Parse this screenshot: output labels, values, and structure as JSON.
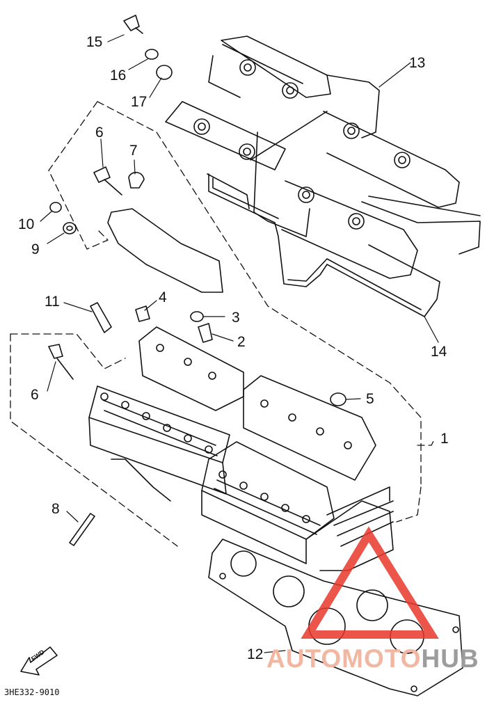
{
  "diagram": {
    "callouts": [
      {
        "id": "c1",
        "label": "1"
      },
      {
        "id": "c2",
        "label": "2"
      },
      {
        "id": "c3",
        "label": "3"
      },
      {
        "id": "c4",
        "label": "4"
      },
      {
        "id": "c5",
        "label": "5"
      },
      {
        "id": "c6a",
        "label": "6"
      },
      {
        "id": "c6b",
        "label": "6"
      },
      {
        "id": "c7",
        "label": "7"
      },
      {
        "id": "c8",
        "label": "8"
      },
      {
        "id": "c9",
        "label": "9"
      },
      {
        "id": "c10",
        "label": "10"
      },
      {
        "id": "c11",
        "label": "11"
      },
      {
        "id": "c12",
        "label": "12"
      },
      {
        "id": "c13",
        "label": "13"
      },
      {
        "id": "c14",
        "label": "14"
      },
      {
        "id": "c15",
        "label": "15"
      },
      {
        "id": "c16",
        "label": "16"
      },
      {
        "id": "c17",
        "label": "17"
      }
    ],
    "drawing_code": "3HE332-9010",
    "fwd_label": "FWD",
    "line_color": "#111111"
  },
  "watermark": {
    "text_auto": "AUTOMOTO",
    "text_hub": "HUB",
    "color_accent": "#e8372a",
    "color_gray": "#9c9c9c"
  }
}
